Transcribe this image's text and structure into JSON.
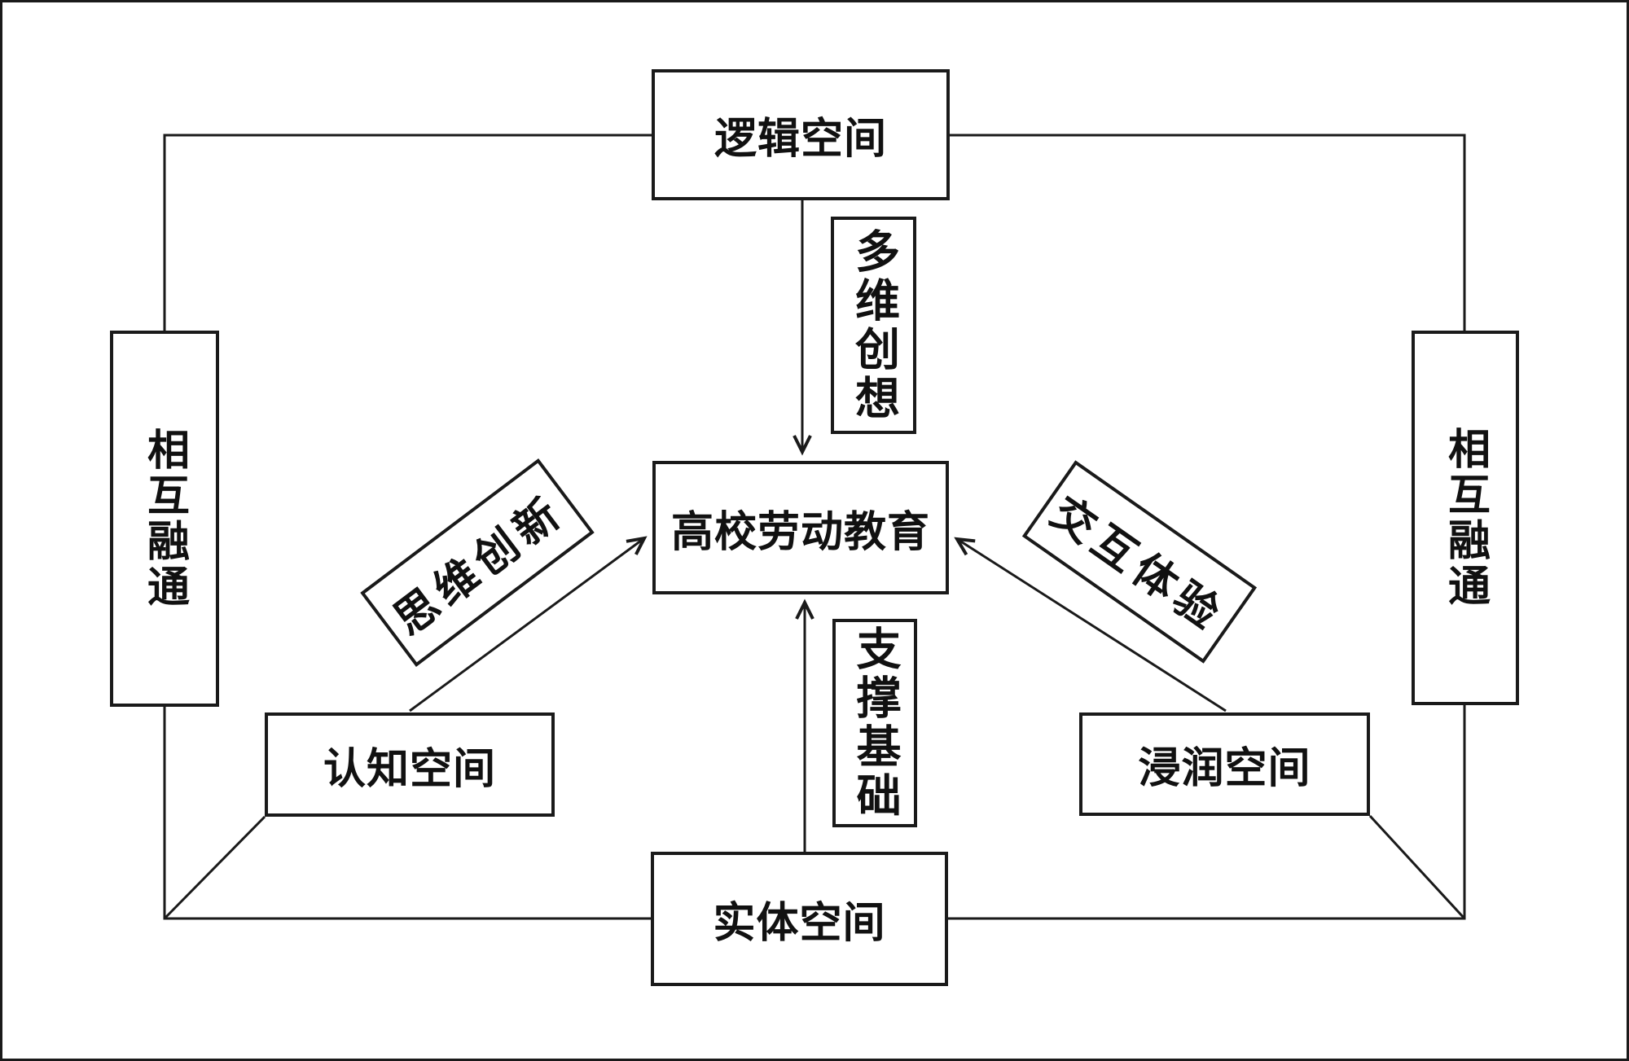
{
  "colors": {
    "background": "#ffffff",
    "line": "#1a1a1a",
    "text": "#111111"
  },
  "nodes": {
    "logic_space": {
      "label": "逻辑空间"
    },
    "center": {
      "label": "高校劳动教育"
    },
    "entity_space": {
      "label": "实体空间"
    },
    "cognitive_space": {
      "label": "认知空间"
    },
    "immersion_space": {
      "label": "浸润空间"
    },
    "mutual_integration_left": {
      "label": "相互融通"
    },
    "mutual_integration_right": {
      "label": "相互融通"
    },
    "multi_dimensional_creation": {
      "label": "多维创想"
    },
    "support_foundation": {
      "label": "支撑基础"
    },
    "thinking_innovation": {
      "label": "思维创新"
    },
    "interactive_experience": {
      "label": "交互体验"
    }
  },
  "edges": [
    {
      "from": "逻辑空间",
      "to": "高校劳动教育",
      "via": "多维创想",
      "arrow": true
    },
    {
      "from": "认知空间",
      "to": "高校劳动教育",
      "via": "思维创新",
      "arrow": true
    },
    {
      "from": "浸润空间",
      "to": "高校劳动教育",
      "via": "交互体验",
      "arrow": true
    },
    {
      "from": "实体空间",
      "to": "高校劳动教育",
      "via": "支撑基础",
      "arrow": true
    },
    {
      "from": "逻辑空间",
      "to": "实体空间",
      "via": "相互融通",
      "side": "left",
      "arrow": false
    },
    {
      "from": "逻辑空间",
      "to": "实体空间",
      "via": "相互融通",
      "side": "right",
      "arrow": false
    },
    {
      "from": "认知空间",
      "to": "相互融通",
      "side": "left",
      "arrow": false
    },
    {
      "from": "浸润空间",
      "to": "相互融通",
      "side": "right",
      "arrow": false
    }
  ]
}
